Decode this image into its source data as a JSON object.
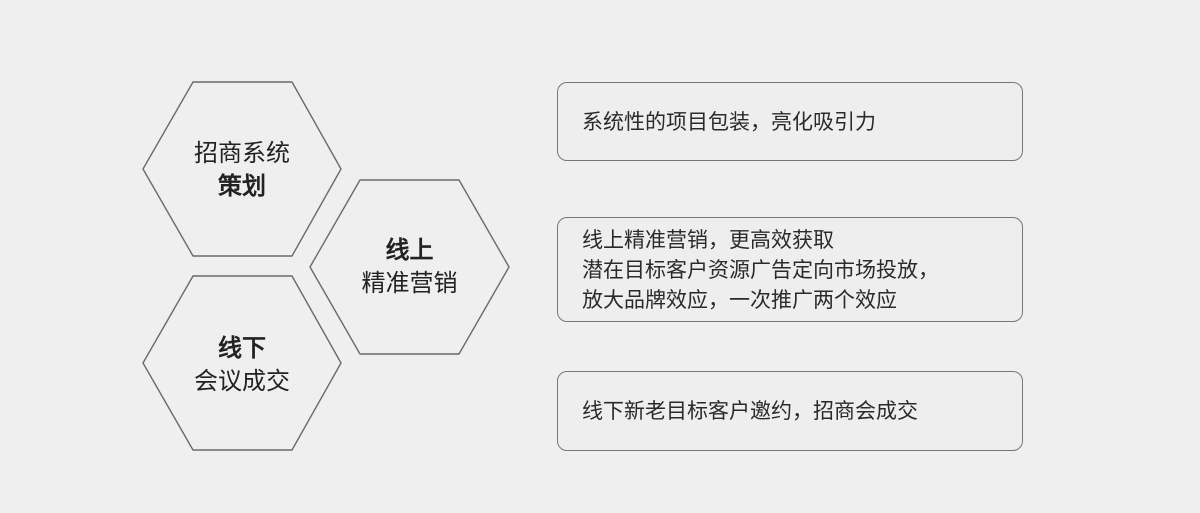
{
  "hexagons": [
    {
      "line1": "招商系统",
      "line2": "策划",
      "bold_line": 2
    },
    {
      "line1": "线上",
      "line2": "精准营销",
      "bold_line": 1
    },
    {
      "line1": "线下",
      "line2": "会议成交",
      "bold_line": 1
    }
  ],
  "boxes": [
    {
      "lines": [
        "系统性的项目包装，亮化吸引力"
      ]
    },
    {
      "lines": [
        "线上精准营销，更高效获取",
        "潜在目标客户资源广告定向市场投放，",
        "放大品牌效应，一次推广两个效应"
      ]
    },
    {
      "lines": [
        "线下新老目标客户邀约，招商会成交"
      ]
    }
  ],
  "colors": {
    "background": "#efefef",
    "stroke": "#666666",
    "text": "#222222"
  }
}
